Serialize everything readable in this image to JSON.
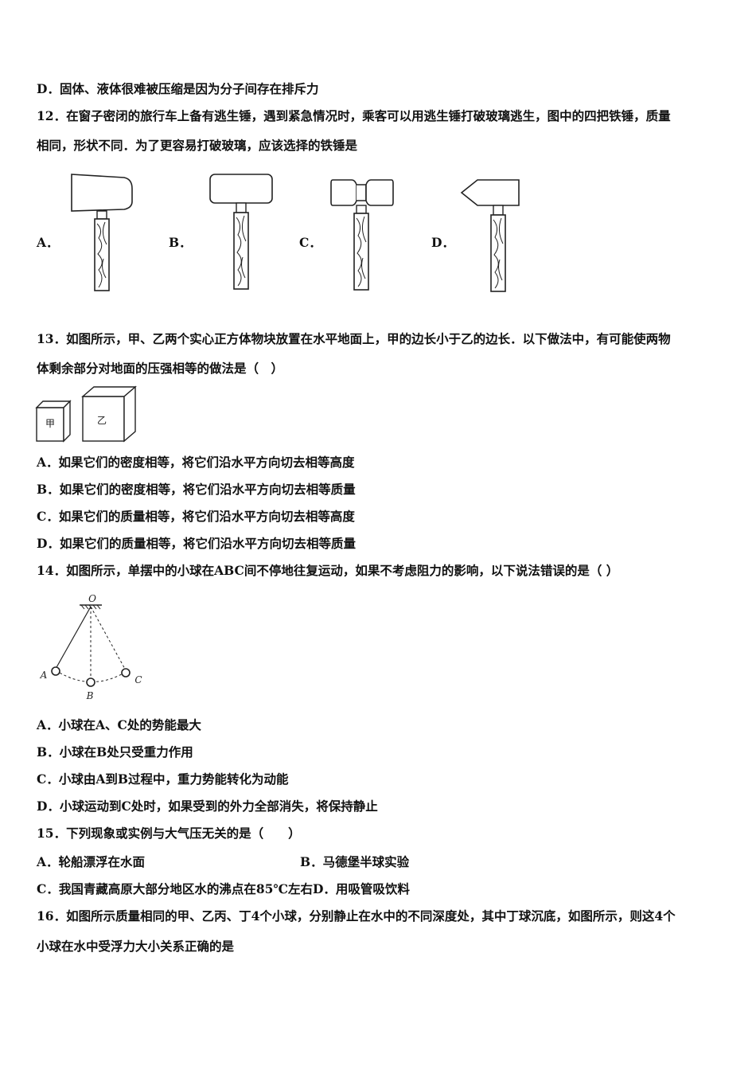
{
  "q11": {
    "optD": "D．固体、液体很难被压缩是因为分子间存在排斥力"
  },
  "q12": {
    "line1": "12．在窗子密闭的旅行车上备有逃生锤，遇到紧急情况时，乘客可以用逃生锤打破玻璃逃生，图中的四把铁锤，质量",
    "line2": "相同，形状不同．为了更容易打破玻璃，应该选择的铁锤是",
    "labels": [
      "A．",
      "B．",
      "C．",
      "D．"
    ]
  },
  "q13": {
    "line1": "13．如图所示，甲、乙两个实心正方体物块放置在水平地面上，甲的边长小于乙的边长．以下做法中，有可能使两物",
    "line2": "体剩余部分对地面的压强相等的做法是（　）",
    "cube_small": "甲",
    "cube_large": "乙",
    "options": [
      "A．如果它们的密度相等，将它们沿水平方向切去相等高度",
      "B．如果它们的密度相等，将它们沿水平方向切去相等质量",
      "C．如果它们的质量相等，将它们沿水平方向切去相等高度",
      "D．如果它们的质量相等，将它们沿水平方向切去相等质量"
    ]
  },
  "q14": {
    "line1": "14．如图所示，单摆中的小球在ABC间不停地往复运动，如果不考虑阻力的影响，以下说法错误的是（ ）",
    "pivot": "O",
    "pointA": "A",
    "pointB": "B",
    "pointC": "C",
    "options": [
      "A．小球在A、C处的势能最大",
      "B．小球在B处只受重力作用",
      "C．小球由A到B过程中，重力势能转化为动能",
      "D．小球运动到C处时，如果受到的外力全部消失，将保持静止"
    ]
  },
  "q15": {
    "line1": "15．下列现象或实例与大气压无关的是（　　）",
    "optA": "A．轮船漂浮在水面",
    "optB": "B．马德堡半球实验",
    "optCD": "C．我国青藏高原大部分地区水的沸点在85℃左右D．用吸管吸饮料"
  },
  "q16": {
    "line1": "16．如图所示质量相同的甲、乙丙、丁4个小球，分别静止在水中的不同深度处，其中丁球沉底，如图所示，则这4个",
    "line2": "小球在水中受浮力大小关系正确的是"
  }
}
